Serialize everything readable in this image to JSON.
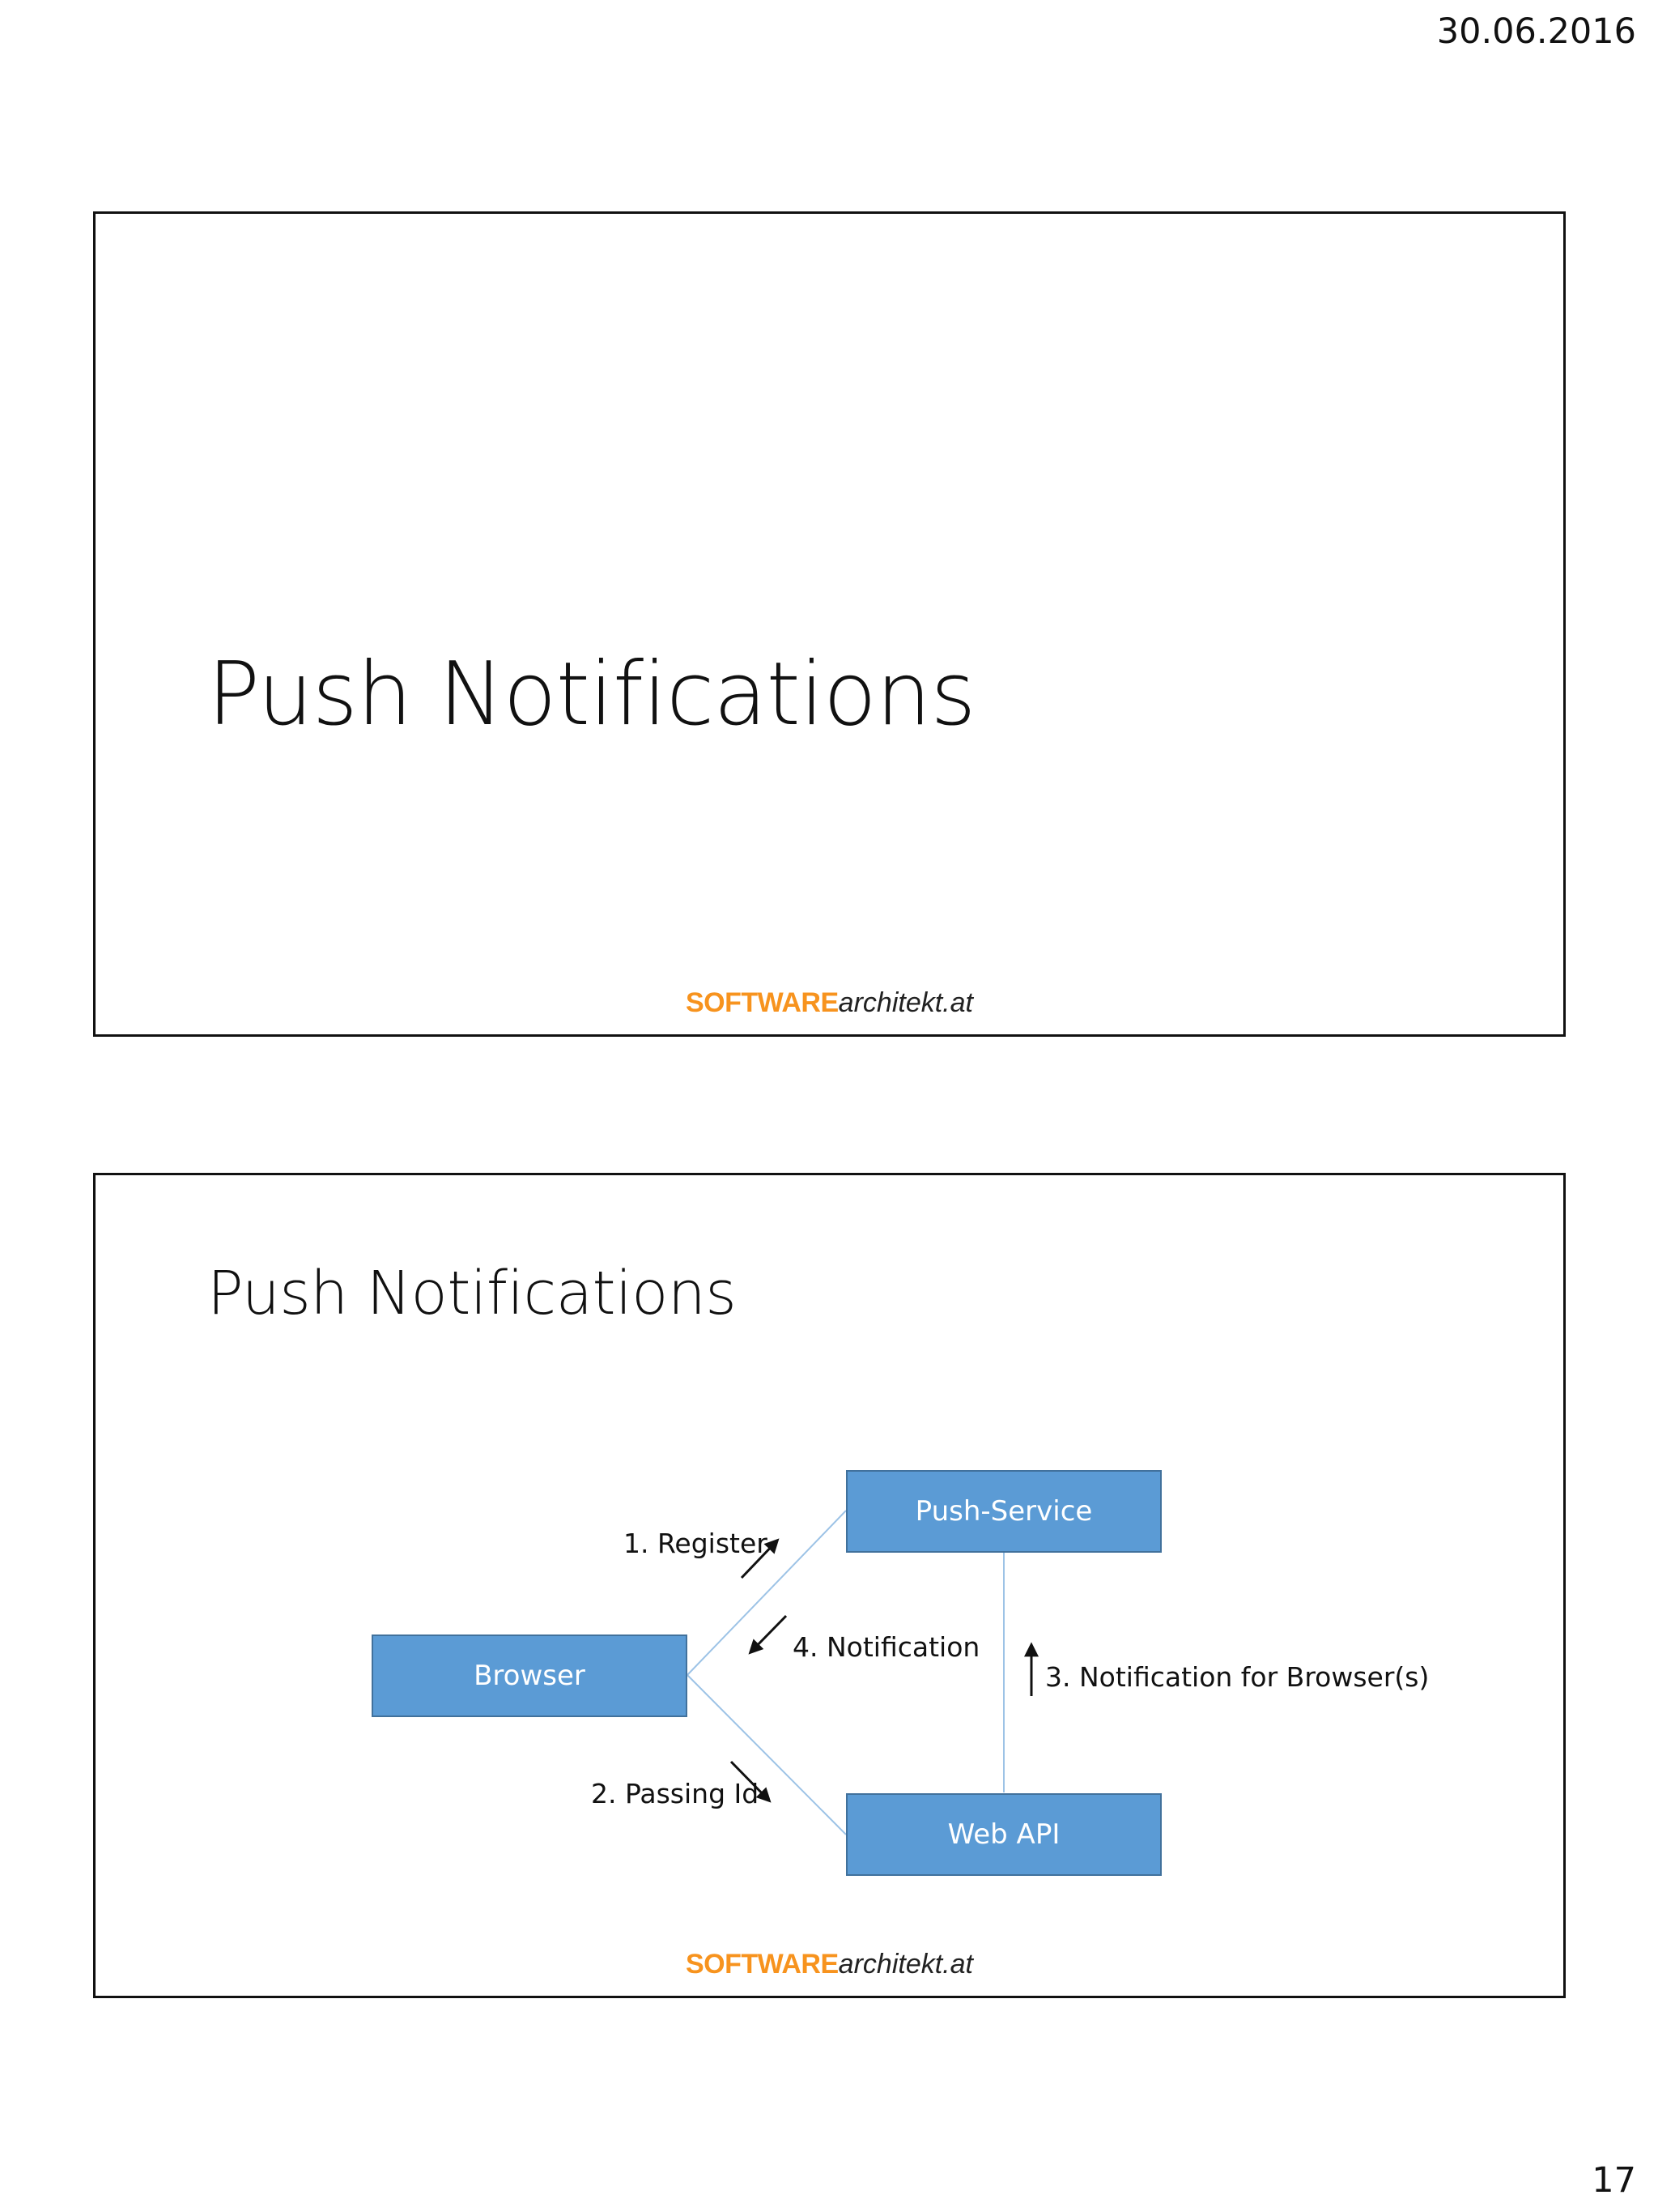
{
  "page": {
    "date": "30.06.2016",
    "number": "17"
  },
  "slides": [
    {
      "title": "Push Notifications",
      "footer": {
        "brand_bold": "SOFTWARE",
        "brand_italic": "architekt.at"
      }
    },
    {
      "title": "Push Notifications",
      "diagram": {
        "nodes": {
          "browser": "Browser",
          "push_service": "Push-Service",
          "web_api": "Web API"
        },
        "edge_labels": {
          "register": "1. Register",
          "passing_id": "2. Passing Id",
          "notification_for_browsers": "3. Notification for Browser(s)",
          "notification": "4. Notification"
        }
      },
      "footer": {
        "brand_bold": "SOFTWARE",
        "brand_italic": "architekt.at"
      }
    }
  ],
  "colors": {
    "node_fill": "#5b9bd5",
    "node_border": "#41719c",
    "connector": "#9dc3e6",
    "brand_orange": "#f7931e"
  }
}
